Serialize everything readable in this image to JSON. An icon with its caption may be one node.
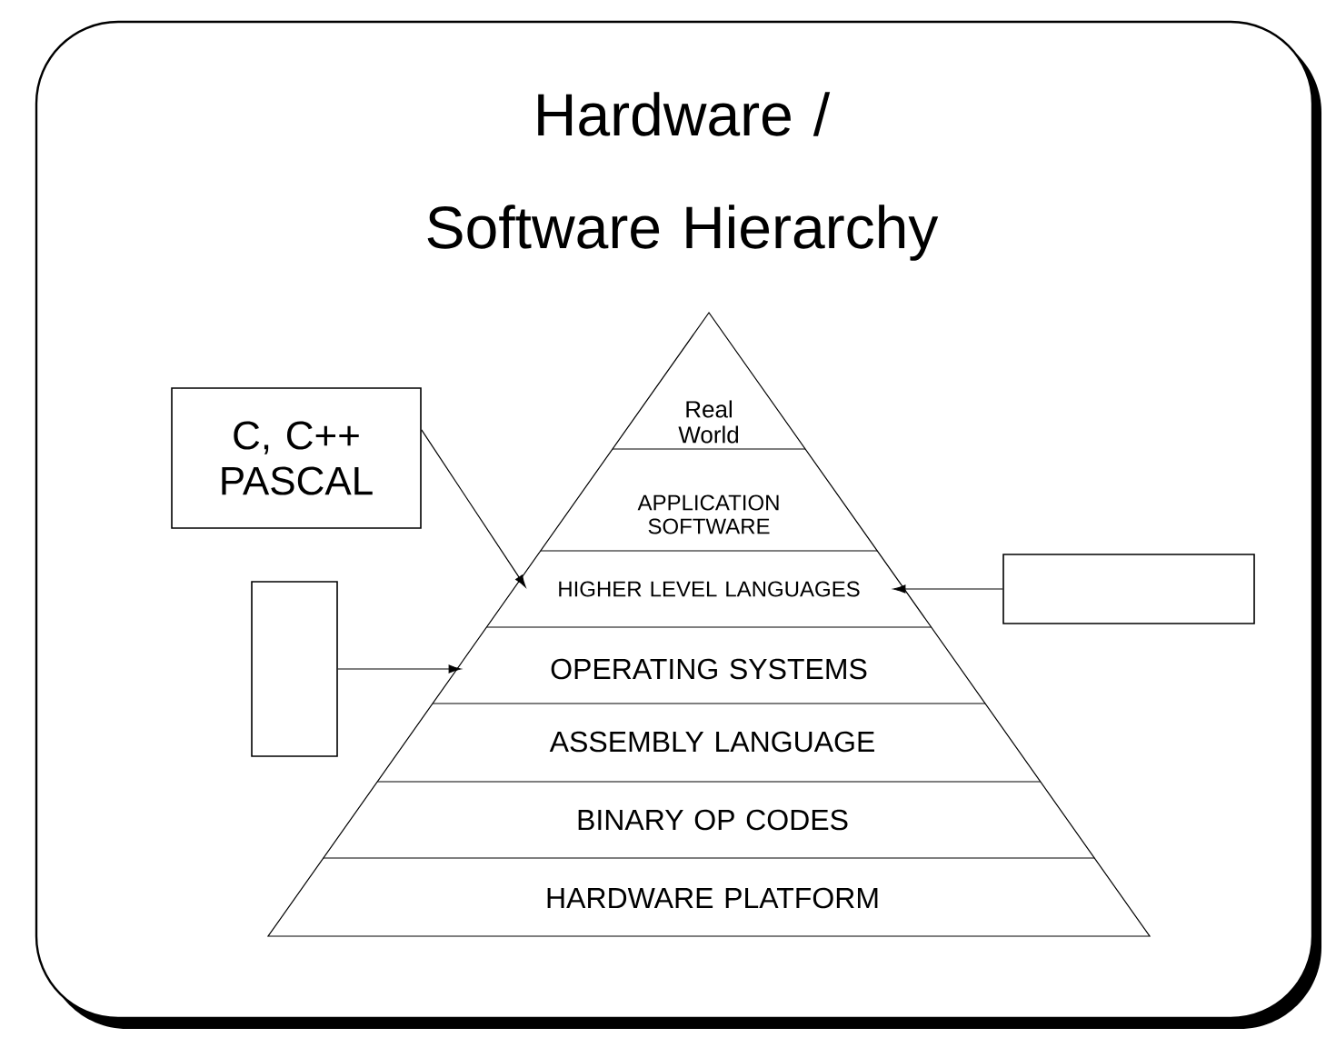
{
  "diagram": {
    "title": "Hardware / Software Hierarchy",
    "nodes": [
      {
        "text": [
          "Real World"
        ]
      },
      {
        "text": [
          "APPLICATION SOFTWARE"
        ]
      },
      {
        "text": [
          "HIGHER LEVEL LANGUAGES"
        ]
      },
      {
        "text": [
          "OPERATING SYSTEMS"
        ]
      },
      {
        "text": [
          "ASSEMBLY LANGUAGE"
        ]
      },
      {
        "text": [
          "BINARY OP CODES"
        ]
      },
      {
        "text": [
          "HARDWARE PLATFORM"
        ]
      },
      {
        "text": [
          "C, C++ PASCAL"
        ]
      },
      {
        "text": [],
        "shape": "box"
      },
      {
        "text": [],
        "shape": "box"
      }
    ],
    "edges": [
      {
        "from": 7,
        "to": 2,
        "arrow": "to"
      },
      {
        "from": 8,
        "to": 3,
        "arrow": "to"
      },
      {
        "from": 9,
        "to": 2,
        "arrow": "to"
      }
    ]
  }
}
